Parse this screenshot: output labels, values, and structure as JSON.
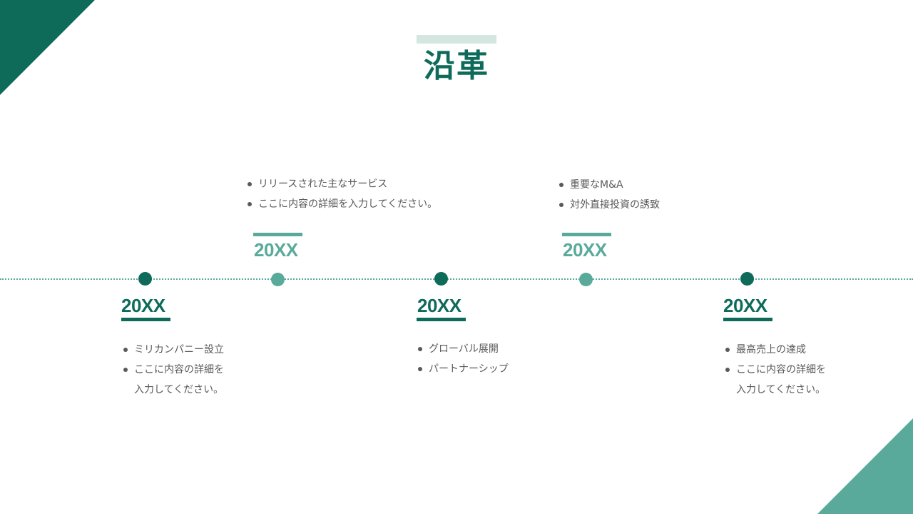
{
  "slide": {
    "title": "沿革",
    "colors": {
      "primary": "#0e6b5a",
      "secondary": "#5aaa9b",
      "title_bar": "#d3e6e0",
      "text": "#595959"
    }
  },
  "timeline": {
    "milestones": [
      {
        "year": "20XX",
        "position": "below",
        "tone": "dark",
        "items": [
          "ミリカンパニー設立",
          "ここに内容の詳細を",
          "入力してください。"
        ]
      },
      {
        "year": "20XX",
        "position": "above",
        "tone": "light",
        "items": [
          "リリースされた主なサービス",
          "ここに内容の詳細を入力してください。"
        ]
      },
      {
        "year": "20XX",
        "position": "below",
        "tone": "dark",
        "items": [
          "グローバル展開",
          "パートナーシップ"
        ]
      },
      {
        "year": "20XX",
        "position": "above",
        "tone": "light",
        "items": [
          "重要なM&A",
          "対外直接投資の誘致"
        ]
      },
      {
        "year": "20XX",
        "position": "below",
        "tone": "dark",
        "items": [
          "最高売上の達成",
          "ここに内容の詳細を",
          "入力してください。"
        ]
      }
    ]
  }
}
